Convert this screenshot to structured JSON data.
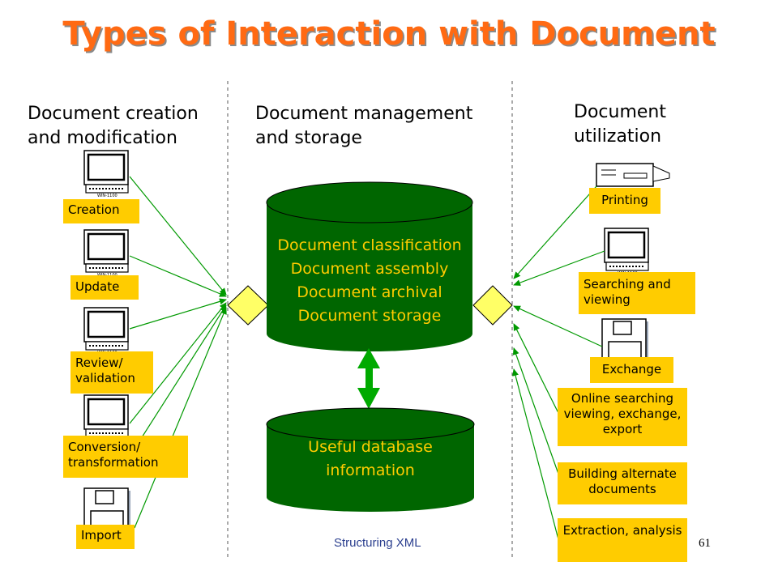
{
  "title": "Types of Interaction with Document",
  "columns": {
    "creation": "Document creation and modification",
    "management": "Document management and storage",
    "utilization": "Document utilization"
  },
  "left_boxes": [
    "Creation",
    "Update",
    "Review/ validation",
    "Conversion/ transformation",
    "Import"
  ],
  "right_boxes": [
    "Printing",
    "Searching and viewing",
    "Exchange",
    "Online searching viewing, exchange, export",
    "Building alternate documents",
    "Extraction, analysis"
  ],
  "main_store": [
    "Document classification",
    "Document assembly",
    "Document archival",
    "Document storage"
  ],
  "db_store": "Useful database information",
  "monitor_caption": "WIN-1100",
  "footer": "Structuring XML",
  "page_number": "61",
  "colors": {
    "title": "#ff6a13",
    "box": "#ffcc00",
    "cylinder": "#006600",
    "arrow": "#009900",
    "diamond": "#ffff66"
  }
}
